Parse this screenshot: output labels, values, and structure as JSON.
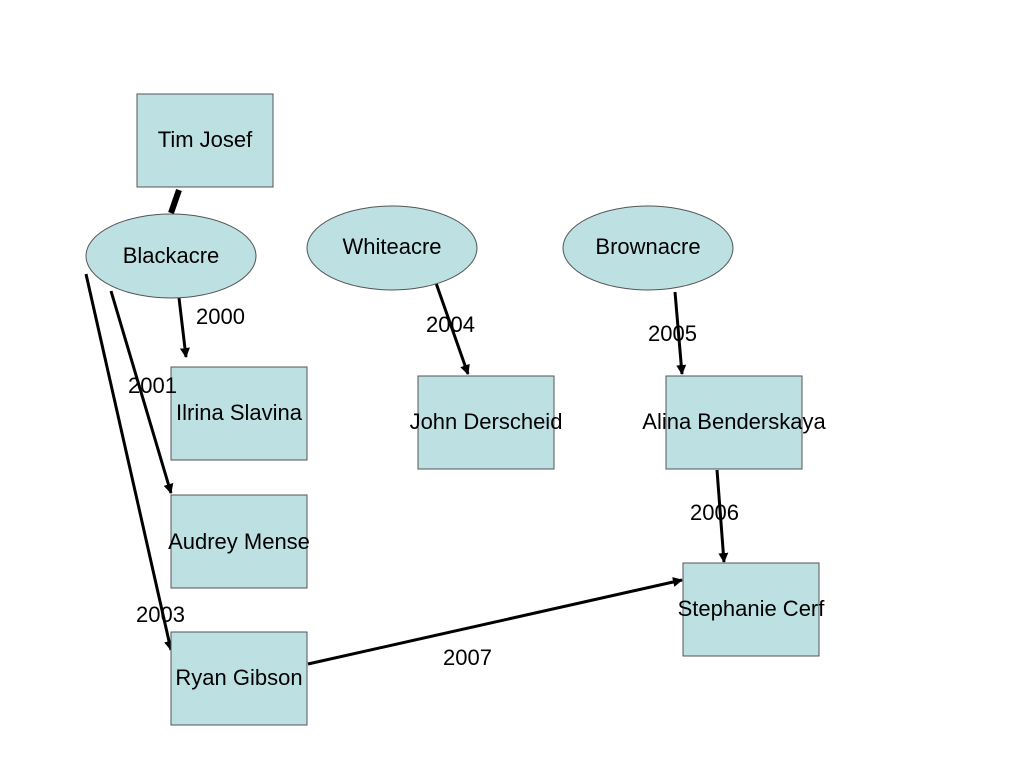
{
  "nodes": {
    "tim_josef": "Tim Josef",
    "blackacre": "Blackacre",
    "whiteacre": "Whiteacre",
    "brownacre": "Brownacre",
    "irina_slavina": "Ilrina Slavina",
    "audrey_mense": "Audrey Mense",
    "ryan_gibson": "Ryan Gibson",
    "john_derscheid": "John Derscheid",
    "alina_benderskaya": "Alina Benderskaya",
    "stephanie_cerf": "Stephanie Cerf"
  },
  "edges": {
    "blackacre_to_irina": "2000",
    "blackacre_to_audrey": "2001",
    "blackacre_to_ryan": "2003",
    "whiteacre_to_john": "2004",
    "brownacre_to_alina": "2005",
    "alina_to_stephanie": "2006",
    "ryan_to_stephanie": "2007"
  },
  "colors": {
    "node_fill": "#bde0e3",
    "node_stroke": "#555555",
    "edge": "#000000"
  }
}
